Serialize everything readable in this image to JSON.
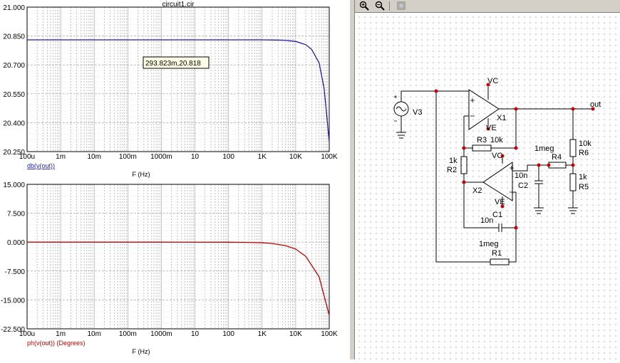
{
  "title": "circuit1.cir",
  "colors": {
    "grid": "#9a9a9a",
    "mag_trace": "#1c1ca8",
    "phase_trace": "#c00000",
    "mag_label": "#1c1ca8",
    "phase_label": "#c00000",
    "wire": "#000000",
    "node": "#cc0000"
  },
  "x_ticks": [
    "100u",
    "1m",
    "10m",
    "100m",
    "1000m",
    "10",
    "100",
    "1K",
    "10K",
    "100K"
  ],
  "x_axis_label": "F (Hz)",
  "plots": [
    {
      "name": "magnitude",
      "trace_label": "db(v(out))",
      "y_ticks": [
        "21.000",
        "20.850",
        "20.700",
        "20.550",
        "20.400",
        "20.250"
      ],
      "cursor_readout": "293.823m,20.818"
    },
    {
      "name": "phase",
      "trace_label": "ph(v(out)) (Degrees)",
      "y_ticks": [
        "15.000",
        "7.500",
        "0.000",
        "-7.500",
        "-15.000",
        "-22.500"
      ]
    }
  ],
  "chart_data": [
    {
      "type": "line",
      "x_scale": "log",
      "xlabel": "F (Hz)",
      "ylabel": "db(v(out))",
      "xlim": [
        0.0001,
        100000
      ],
      "ylim": [
        20.25,
        21.0
      ],
      "x": [
        0.0001,
        1,
        100,
        1000,
        3000,
        5000,
        10000,
        20000,
        30000,
        50000,
        70000,
        80000,
        100000
      ],
      "series": [
        {
          "name": "db(v(out))",
          "values": [
            20.83,
            20.83,
            20.83,
            20.83,
            20.829,
            20.828,
            20.822,
            20.805,
            20.78,
            20.71,
            20.58,
            20.48,
            20.3
          ]
        }
      ]
    },
    {
      "type": "line",
      "x_scale": "log",
      "xlabel": "F (Hz)",
      "ylabel": "ph(v(out)) (Degrees)",
      "xlim": [
        0.0001,
        100000
      ],
      "ylim": [
        -22.5,
        15.0
      ],
      "x": [
        0.0001,
        1,
        100,
        300,
        1000,
        2000,
        5000,
        10000,
        20000,
        50000,
        100000
      ],
      "series": [
        {
          "name": "ph(v(out))",
          "values": [
            0,
            0,
            -0.02,
            -0.05,
            -0.17,
            -0.35,
            -0.9,
            -1.8,
            -3.7,
            -9.0,
            -19.0
          ]
        }
      ]
    }
  ],
  "schematic": {
    "labels": {
      "vc1": "VC",
      "ve1": "VE",
      "x1": "X1",
      "v3": "V3",
      "out": "out",
      "r3": "R3",
      "r3v": "10k",
      "r2v": "1k",
      "r2": "R2",
      "vc2": "VC",
      "ve2": "VE",
      "x2": "X2",
      "r4v": "1meg",
      "r4": "R4",
      "c2v": "10n",
      "c2": "C2",
      "r6v": "10k",
      "r6": "R6",
      "r5v": "1k",
      "r5": "R5",
      "c1": "C1",
      "c1v": "10n",
      "r1v": "1meg",
      "r1": "R1"
    }
  },
  "toolbar": {
    "zoom_in": "zoom-in-icon",
    "zoom_out": "zoom-out-icon",
    "fit": "fit-icon"
  }
}
